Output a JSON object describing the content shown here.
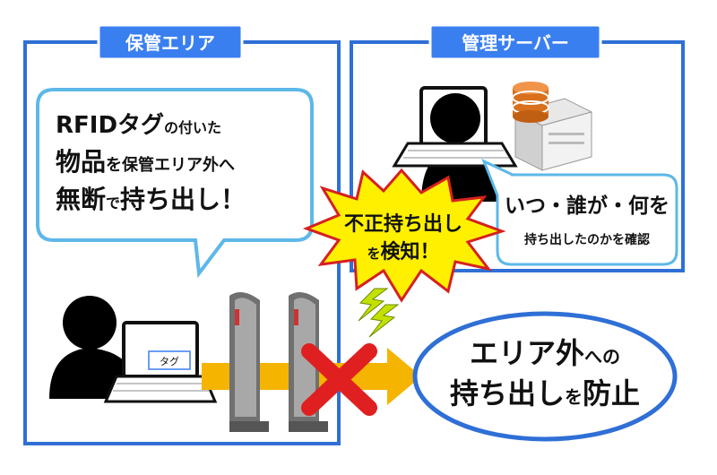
{
  "panels": {
    "storage": {
      "title": "保管エリア"
    },
    "server": {
      "title": "管理サーバー"
    }
  },
  "bubble_left": {
    "line1": {
      "a": "RFIDタグ",
      "b": "の付いた"
    },
    "line2": {
      "a": "物品",
      "b": "を保管エリア外へ"
    },
    "line3": {
      "a": "無断",
      "b": "で",
      "c": "持ち出し！"
    }
  },
  "bubble_right": {
    "line1": "いつ・誰が・何を",
    "line2": "持ち出したのかを確認"
  },
  "alert": {
    "line1": "不正持ち出し",
    "line2a": "を",
    "line2b": "検知！"
  },
  "laptop_tag": {
    "label": "タグ"
  },
  "result": {
    "line1a": "エリア外",
    "line1b": "への",
    "line2a": "持ち出し",
    "line2b": "を",
    "line2c": "防止"
  },
  "colors": {
    "panel_border": "#2f6fd6",
    "panel_title_bg": "#3a7ff0",
    "bubble_border": "#5db8e8",
    "arrow": "#f5b400",
    "starburst": "#fff000",
    "starburst_outline": "#d62020",
    "cross": "#e02020",
    "result_border": "#2f6fd6"
  },
  "icons": [
    "person-silhouette-icon",
    "laptop-icon",
    "server-icon",
    "rfid-gate-icon",
    "lightning-icon",
    "cross-icon",
    "arrow-right-icon"
  ]
}
